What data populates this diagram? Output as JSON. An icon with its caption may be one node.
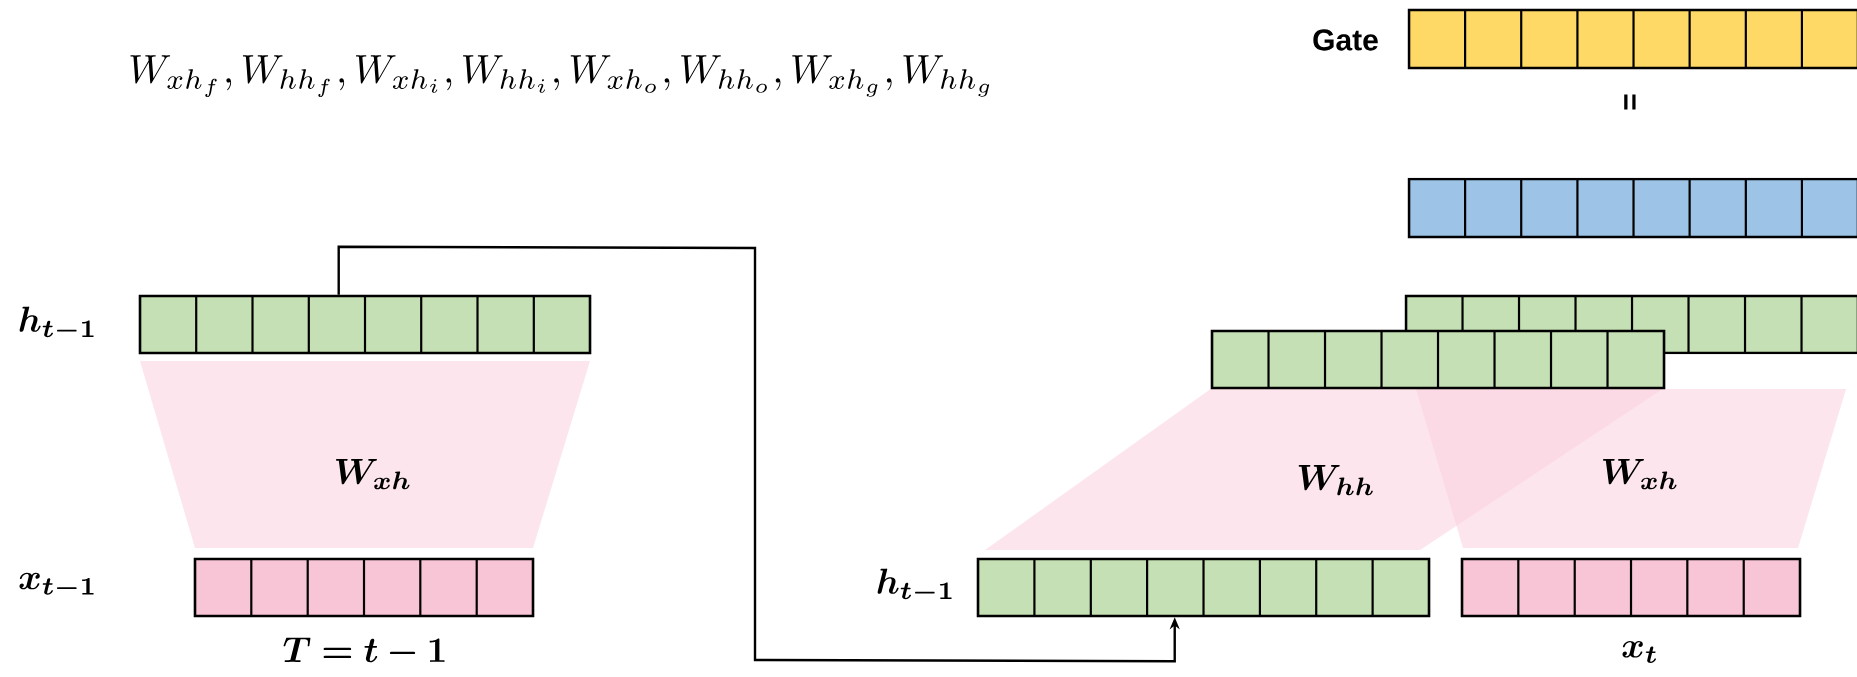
{
  "diagram": {
    "nodes": [
      {
        "text": [],
        "shape": "bar",
        "beside": [
          "Gate"
        ]
      },
      {
        "text": [],
        "shape": "bar"
      },
      {
        "text": [],
        "shape": "bar"
      },
      {
        "text": [],
        "shape": "bar"
      },
      {
        "text": [],
        "shape": "bar"
      },
      {
        "text": [
          "\\bm{W_{xh}}"
        ]
      },
      {
        "text": [],
        "shape": "bar",
        "beside": [
          "\\bm{T=t-1}"
        ]
      },
      {
        "text": [
          "\\bm{W_{hh}}"
        ]
      },
      {
        "text": [
          "\\bm{W_{xh}}"
        ]
      },
      {
        "text": [],
        "shape": "bar",
        "beside": [
          "\\bm{h_{t-1}}"
        ]
      },
      {
        "text": [],
        "shape": "bar",
        "beside": [
          "\\bm{x_t}"
        ]
      }
    ],
    "edges": [
      {
        "from": 4,
        "to": 9,
        "arrow": "to"
      }
    ],
    "labels": [
      "W_{xh_f}, W_{hh_f}, W_{xh_i}, W_{hh_i}, W_{xh_o}, W_{hh_o}, W_{xh_g}, W_{hh_g}",
      "=",
      "\\bm{h_{t-1}}",
      "\\bm{x_{t-1}}"
    ]
  }
}
